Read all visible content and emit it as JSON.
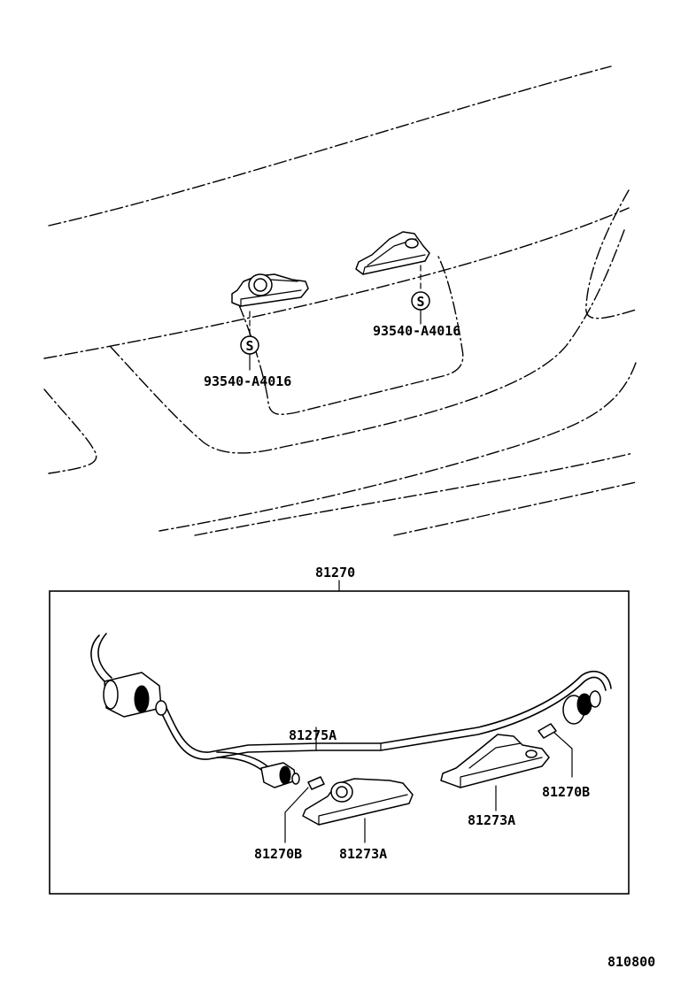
{
  "labels": {
    "screw_left": "93540-A4016",
    "screw_right": "93540-A4016",
    "screw_symbol": "S",
    "assembly": "81270",
    "wire": "81275A",
    "bulb_left": "81270B",
    "bulb_right": "81270B",
    "lens_left": "81273A",
    "lens_right": "81273A",
    "figure_id": "810800"
  }
}
